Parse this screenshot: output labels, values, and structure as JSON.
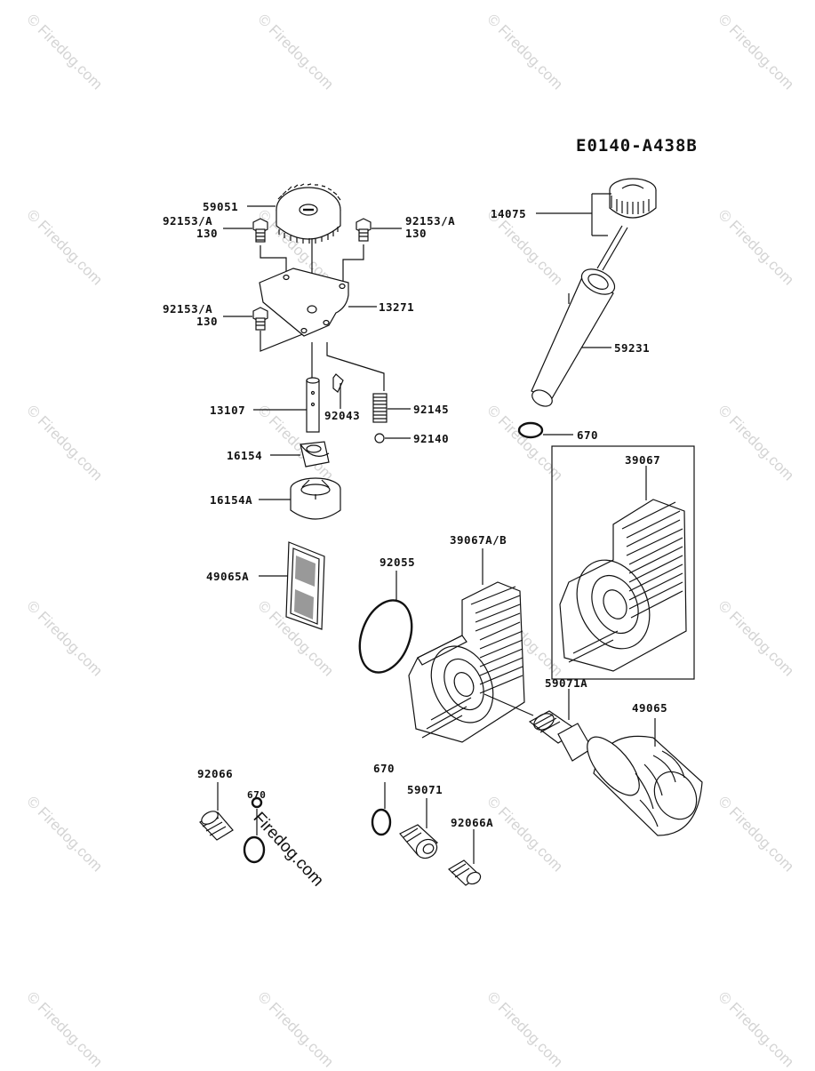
{
  "watermark": "© Firedog.com",
  "center_watermark": "Firedog.com",
  "diagram_code": "E0140-A438B",
  "labels": {
    "p59051": "59051",
    "p92153a_l1": "92153/A",
    "p130_l1": "130",
    "p92153a_r1": "92153/A",
    "p130_r1": "130",
    "p13271": "13271",
    "p92153a_l2": "92153/A",
    "p130_l2": "130",
    "p13107": "13107",
    "p92043": "92043",
    "p92145": "92145",
    "p92140": "92140",
    "p16154": "16154",
    "p16154a": "16154A",
    "p49065a": "49065A",
    "p14075": "14075",
    "p59231": "59231",
    "p670_top": "670",
    "p39067": "39067",
    "p39067ab": "39067A/B",
    "p92055": "92055",
    "p59071a": "59071A",
    "p49065": "49065",
    "p92066": "92066",
    "p670_left": "670",
    "p670_mid": "670",
    "p59071": "59071",
    "p92066a": "92066A"
  }
}
